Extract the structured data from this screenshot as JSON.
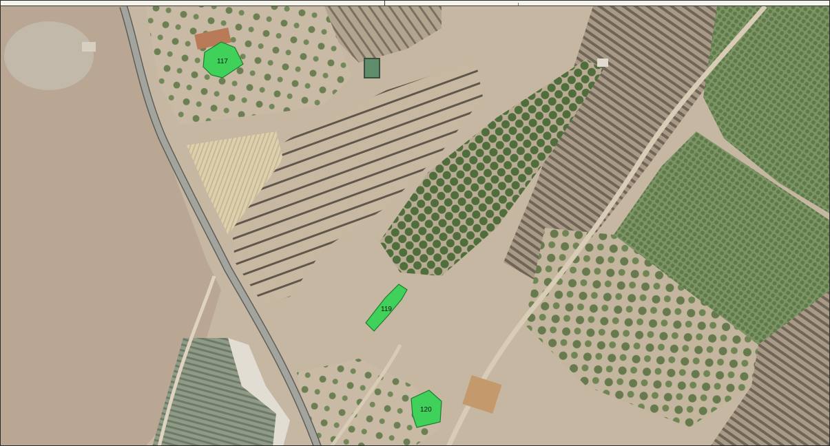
{
  "map": {
    "basemap": "aerial-orthophoto",
    "colors": {
      "parcel_fill": "#3fd15a",
      "parcel_stroke": "#1e7a2c",
      "bare_soil": "#c9b9a3",
      "road": "#9b9b95",
      "orchard": "#6f8a5a"
    },
    "parcels": [
      {
        "label": "117"
      },
      {
        "label": "119"
      },
      {
        "label": "120"
      }
    ]
  }
}
